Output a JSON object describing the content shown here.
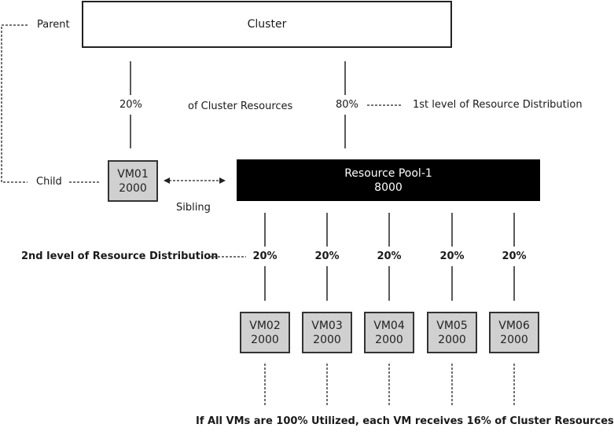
{
  "cluster": {
    "label": "Cluster"
  },
  "legend": {
    "parent_label": "Parent",
    "child_label": "Child",
    "sibling_label": "Sibling"
  },
  "first_level": {
    "vm01_share": "20%",
    "pool_share": "80%",
    "middle_label": "of Cluster Resources",
    "annotation": "1st level of Resource Distribution"
  },
  "vm01": {
    "name": "VM01",
    "shares": "2000"
  },
  "resource_pool": {
    "name": "Resource Pool-1",
    "shares": "8000"
  },
  "second_level": {
    "annotation": "2nd level of Resource Distribution",
    "vms": [
      {
        "name": "VM02",
        "shares": "2000",
        "share_pct": "20%"
      },
      {
        "name": "VM03",
        "shares": "2000",
        "share_pct": "20%"
      },
      {
        "name": "VM04",
        "shares": "2000",
        "share_pct": "20%"
      },
      {
        "name": "VM05",
        "shares": "2000",
        "share_pct": "20%"
      },
      {
        "name": "VM06",
        "shares": "2000",
        "share_pct": "20%"
      }
    ]
  },
  "footer": {
    "note": "If All VMs are 100% Utilized, each VM receives 16% of Cluster Resources"
  }
}
